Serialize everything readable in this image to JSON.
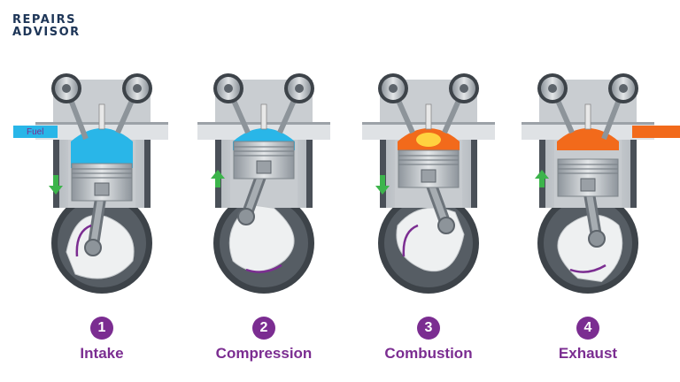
{
  "logo": {
    "line1": "REPAIRS",
    "line2": "ADVISOR"
  },
  "fuel_label": "Fuel",
  "colors": {
    "brand_purple": "#7b2d91",
    "fuel_blue": "#29b6e8",
    "combustion_orange": "#f26a1b",
    "arrow_green": "#3cb44b",
    "block_grey": "#a9aeb3",
    "steel_dark": "#4a5058"
  },
  "strokes": [
    {
      "number": "1",
      "name": "Intake"
    },
    {
      "number": "2",
      "name": "Compression"
    },
    {
      "number": "3",
      "name": "Combustion"
    },
    {
      "number": "4",
      "name": "Exhaust"
    }
  ]
}
